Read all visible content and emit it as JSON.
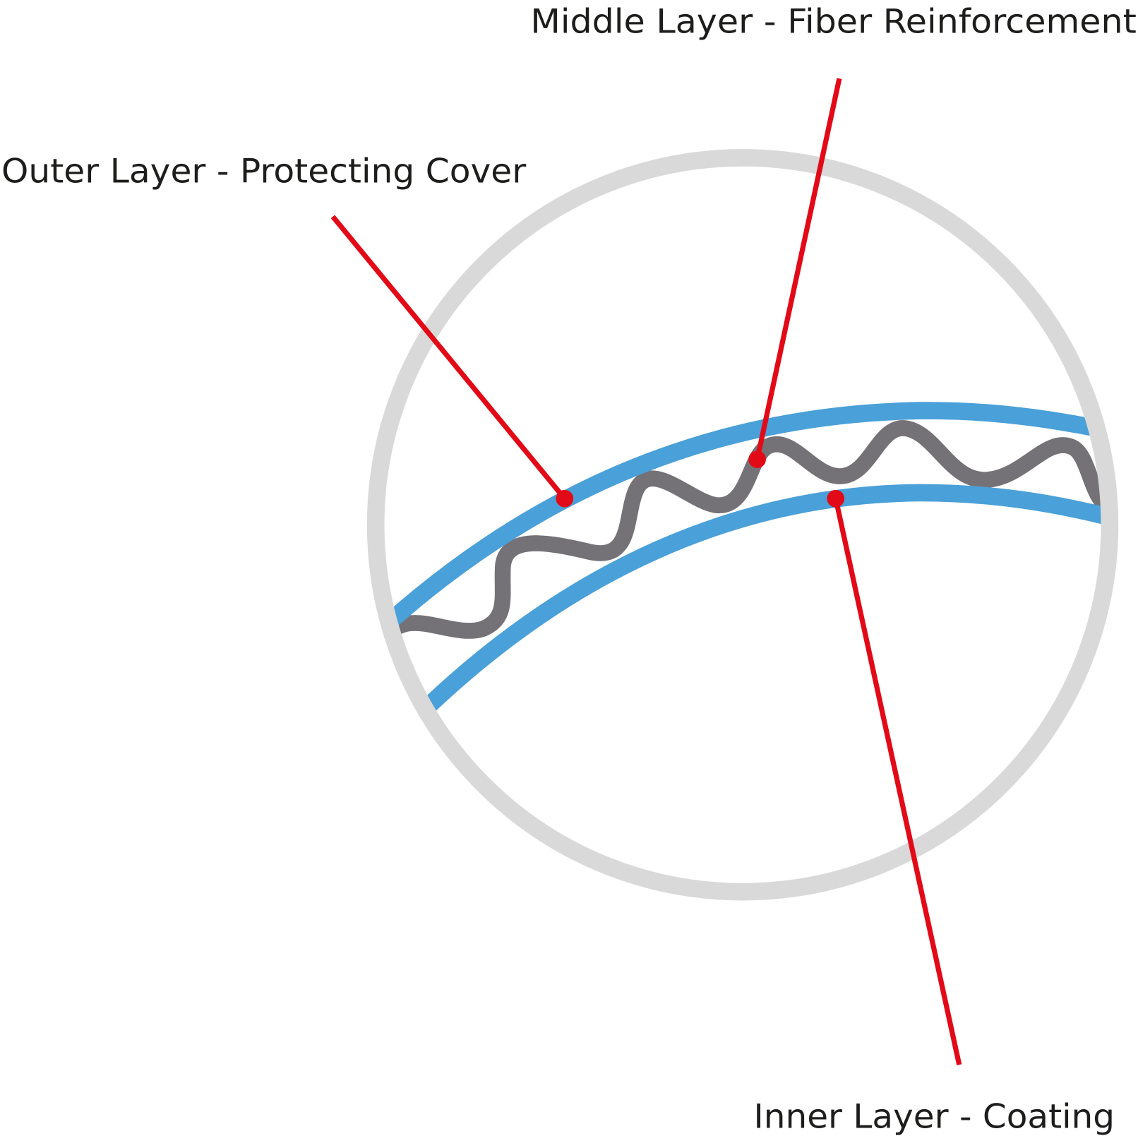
{
  "labels": {
    "middle": "Middle Layer - Fiber Reinforcement",
    "outer": "Outer Layer - Protecting Cover",
    "inner": "Inner Layer - Coating"
  },
  "colors": {
    "ring": "#d9d9d9",
    "layer": "#4aa0d8",
    "fiber": "#747277",
    "pointer": "#e30a17",
    "text": "#1d1d1b"
  }
}
